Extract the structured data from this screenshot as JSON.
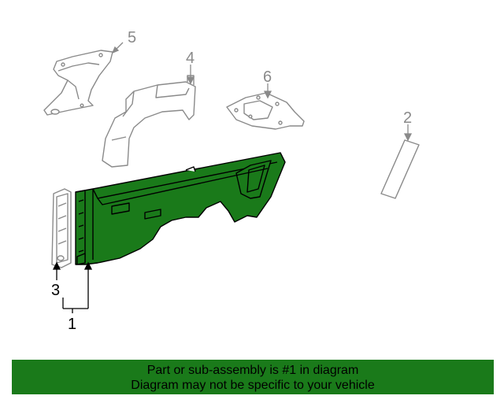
{
  "callouts": {
    "c1": "1",
    "c2": "2",
    "c3": "3",
    "c4": "4",
    "c5": "5",
    "c6": "6"
  },
  "banner": {
    "line1": "Part or sub-assembly is #1 in diagram",
    "line2": "Diagram may not be specific to your vehicle"
  },
  "colors": {
    "highlight_part": "#1a7a1a",
    "banner_bg": "#1a7a1a",
    "line_gray": "#8a8a8a",
    "line_black": "#000000"
  }
}
